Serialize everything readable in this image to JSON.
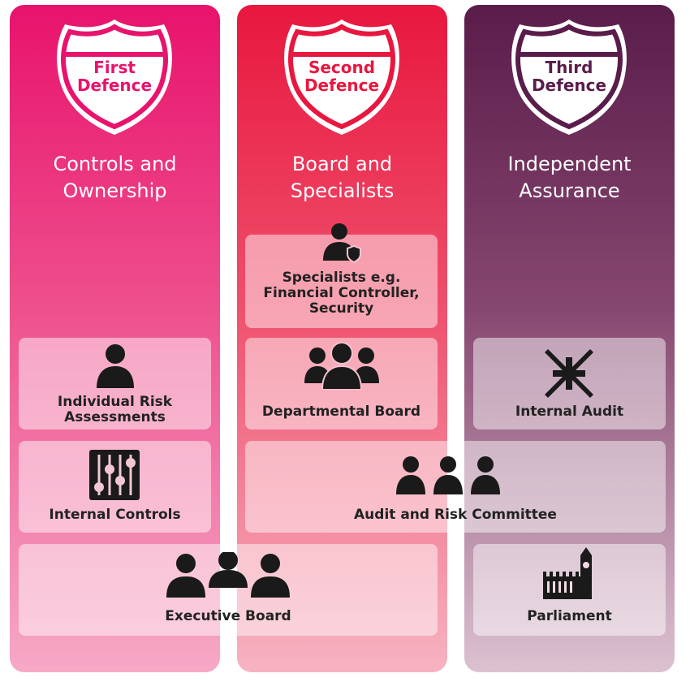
{
  "columns": [
    {
      "shield_line1": "First",
      "shield_line2": "Defence",
      "heading_line1": "Controls and",
      "heading_line2": "Ownership",
      "shield_text_color": "#e8136c"
    },
    {
      "shield_line1": "Second",
      "shield_line2": "Defence",
      "heading_line1": "Board and",
      "heading_line2": "Specialists",
      "shield_text_color": "#e8173f"
    },
    {
      "shield_line1": "Third",
      "shield_line2": "Defence",
      "heading_line1": "Independent",
      "heading_line2": "Assurance",
      "shield_text_color": "#5a1c4a"
    }
  ],
  "cards": {
    "specialists": {
      "line1": "Specialists e.g.",
      "line2": "Financial Controller,",
      "line3": "Security",
      "icon": "security-person-icon"
    },
    "individual_risk": {
      "line1": "Individual Risk",
      "line2": "Assessments",
      "icon": "person-icon"
    },
    "departmental_board": {
      "label": "Departmental Board",
      "icon": "group-icon"
    },
    "internal_audit": {
      "label": "Internal Audit",
      "icon": "converging-arrows-icon"
    },
    "internal_controls": {
      "label": "Internal Controls",
      "icon": "sliders-icon"
    },
    "audit_risk_committee": {
      "label": "Audit and Risk Committee",
      "icon": "three-people-icon"
    },
    "executive_board": {
      "label": "Executive Board",
      "icon": "boardroom-icon"
    },
    "parliament": {
      "label": "Parliament",
      "icon": "parliament-icon"
    }
  }
}
